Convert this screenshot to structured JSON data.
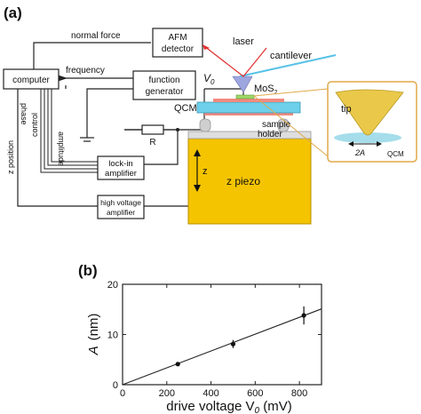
{
  "panel_a": {
    "label": "(a)",
    "computer": "computer",
    "afm_detector": [
      "AFM",
      "detector"
    ],
    "function_generator": [
      "function",
      "generator"
    ],
    "lockin": [
      "lock-in",
      "amplifier"
    ],
    "hv_amp": [
      "high voltage",
      "amplifier"
    ],
    "z_piezo": "z piezo",
    "z_arrow_label": "z",
    "normal_force": "normal force",
    "frequency": "frequency",
    "v0": "V",
    "v0_sub": "0",
    "laser": "laser",
    "cantilever": "cantilever",
    "mos2": "MoS",
    "mos2_sub": "2",
    "qcm": "QCM",
    "sample_holder": [
      "sample",
      "holder"
    ],
    "resistor": "R",
    "z_position": "z position",
    "control": "control",
    "amplitude": "amplitude",
    "phase": "phase",
    "inset": {
      "tip": "tip",
      "two_a": "2A",
      "qcm": "QCM"
    },
    "colors": {
      "piezo": "#f5c400",
      "qcm": "#6ed0ea",
      "electrode": "#f08a80",
      "mos2": "#9fd86b",
      "inset_border": "#e0a94a",
      "laser": "#e23030",
      "cantilever": "#58c3e8"
    }
  },
  "panel_b": {
    "label": "(b)",
    "chart_data": {
      "type": "line",
      "xlabel": "drive voltage V",
      "xlabel_sub": "0",
      "xlabel_unit": " (mV)",
      "ylabel": "A",
      "ylabel_unit": "(nm)",
      "xlim": [
        0,
        900
      ],
      "ylim": [
        0,
        20
      ],
      "xticks": [
        0,
        200,
        400,
        600,
        800
      ],
      "yticks": [
        0,
        10,
        20
      ],
      "points": [
        {
          "x": 250,
          "y": 4.1,
          "err": 0.3
        },
        {
          "x": 500,
          "y": 8.1,
          "err": 0.8
        },
        {
          "x": 820,
          "y": 13.8,
          "err": 1.8
        }
      ],
      "fit_line": {
        "x": [
          0,
          900
        ],
        "y": [
          0,
          15.1
        ]
      }
    }
  }
}
